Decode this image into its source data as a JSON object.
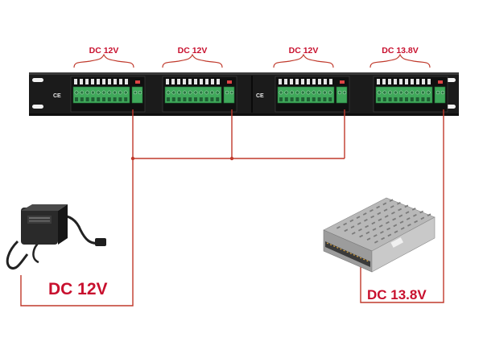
{
  "modules": [
    {
      "label": "DC 12V"
    },
    {
      "label": "DC 12V"
    },
    {
      "label": "DC 12V"
    },
    {
      "label": "DC 13.8V"
    }
  ],
  "supplies": [
    {
      "label": "DC 12V",
      "device": "plug-in AC adapter"
    },
    {
      "label": "DC 13.8V",
      "device": "enclosed switching power supply"
    }
  ],
  "colors": {
    "wire": "#c0392b",
    "label": "#c8102e",
    "panel": "#1b1b1b",
    "terminal": "#3fa85a"
  }
}
